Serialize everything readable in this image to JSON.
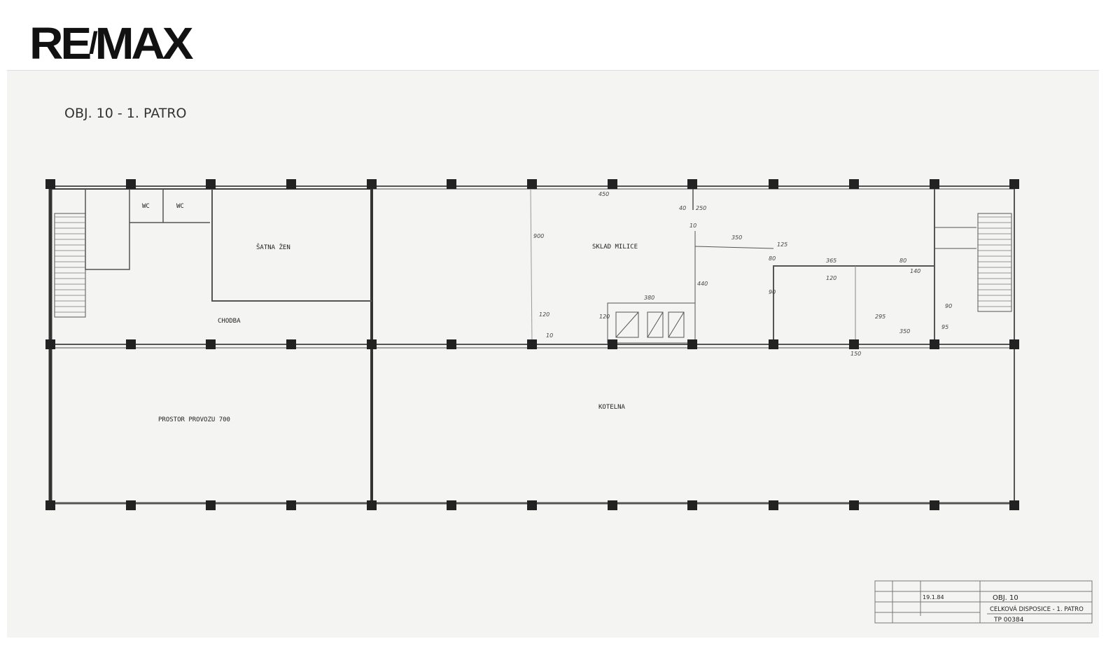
{
  "logo": "RE/MAX",
  "plan": {
    "title": "OBJ. 10  - 1. PATRO",
    "rooms": {
      "wc1": "WC",
      "wc2": "WC",
      "satna": "ŠATNA ŽEN",
      "chodba": "CHODBA",
      "sklad": "SKLAD MILICE",
      "prostor": "PROSTOR PROVOZU 700",
      "kotelna": "KOTELNA"
    },
    "dimensions": [
      "450",
      "900",
      "250",
      "40",
      "10",
      "350",
      "440",
      "380",
      "120",
      "10",
      "120",
      "125",
      "80",
      "365",
      "80",
      "140",
      "120",
      "90",
      "295",
      "350",
      "95",
      "90",
      "150"
    ]
  },
  "title_block": {
    "object": "OBJ. 10",
    "drawing_name": "CELKOVÁ DISPOSICE - 1. PATRO",
    "drawing_number": "TP 00384",
    "date": "19.1.84"
  }
}
